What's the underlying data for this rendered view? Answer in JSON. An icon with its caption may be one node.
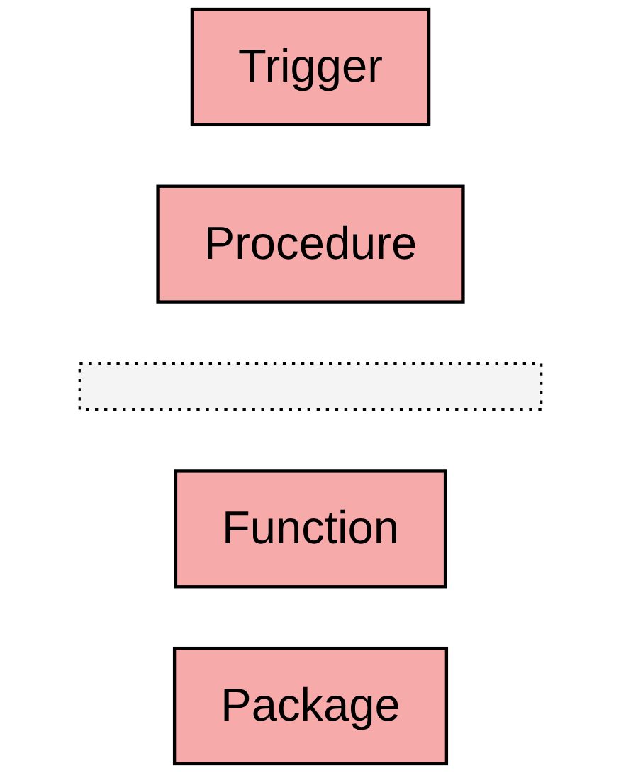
{
  "diagram": {
    "nodes": [
      {
        "text": [
          "Trigger"
        ]
      },
      {
        "text": [
          "Procedure"
        ]
      },
      {
        "text": [],
        "shape": "bar"
      },
      {
        "text": [
          "Function"
        ]
      },
      {
        "text": [
          "Package"
        ]
      }
    ]
  }
}
